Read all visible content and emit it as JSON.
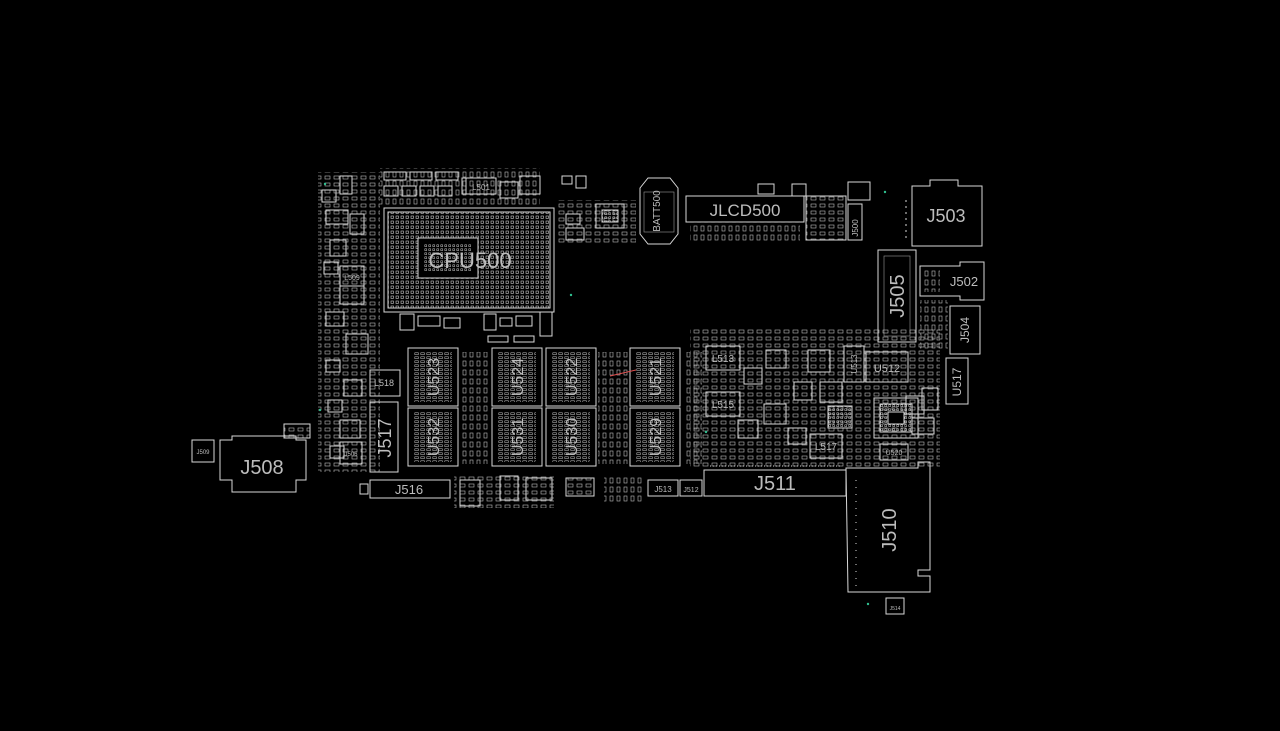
{
  "viewer": {
    "background_color": "#000000",
    "outline_color": "#d8d8d8",
    "label_color": "#bdbdbd",
    "via_color": "#2fbf8f",
    "trace_highlight_color": "#e05050"
  },
  "components": {
    "cpu": "CPU500",
    "battery": "BATT500",
    "jlcd": "JLCD500",
    "j503": "J503",
    "j502": "J502",
    "j504": "J504",
    "j505": "J505",
    "j506": "J506",
    "j508": "J508",
    "j509": "J509",
    "j510": "J510",
    "j511": "J511",
    "j512": "J512",
    "j513": "J513",
    "j514": "J514",
    "j516": "J516",
    "j517_left": "J517",
    "j517_right": "U517",
    "l501": "L501",
    "l509": "L509",
    "l513": "L513",
    "l515": "L515",
    "l517": "L517",
    "l518": "L518",
    "u500": "J500",
    "u512": "U512",
    "u513": "U513",
    "u520": "U520",
    "u521": "U521",
    "u522": "U522",
    "u523": "U523",
    "u524": "U524",
    "u529": "U529",
    "u530": "U530",
    "u531": "U531",
    "u532": "U532"
  }
}
